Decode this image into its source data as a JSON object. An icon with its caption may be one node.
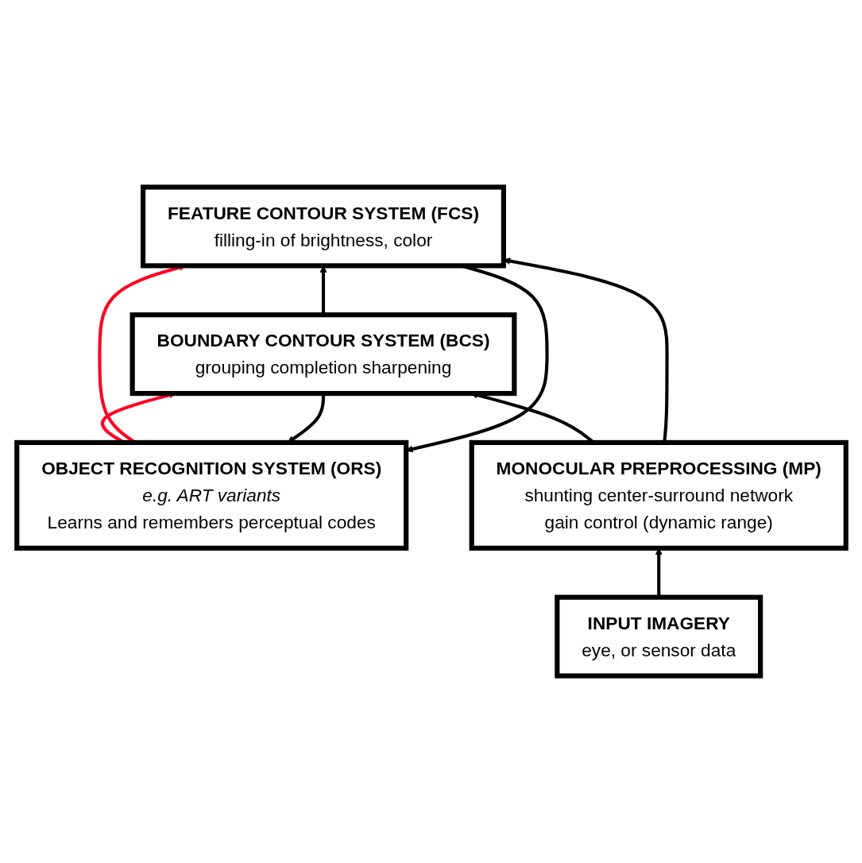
{
  "diagram": {
    "nodes": [
      {
        "text": [
          "OBJECT RECOGNITION SYSTEM (ORS)",
          "e.g. ART variants",
          "Learns and remembers perceptual codes"
        ]
      },
      {
        "text": [
          "BOUNDARY CONTOUR SYSTEM (BCS)",
          "grouping completion sharpening"
        ]
      },
      {
        "text": [
          "FEATURE CONTOUR SYSTEM (FCS)",
          "filling-in of brightness, color"
        ]
      },
      {
        "text": [
          "MONOCULAR PREPROCESSING (MP)",
          "shunting center-surround network",
          "gain control (dynamic range)"
        ]
      },
      {
        "text": [
          "INPUT IMAGERY",
          "eye, or sensor data"
        ]
      }
    ],
    "edges": [
      {
        "from": 1,
        "to": 0,
        "arrow": "to"
      },
      {
        "from": 0,
        "to": 1,
        "arrow": "to",
        "color": "#ff0022"
      },
      {
        "from": 2,
        "to": 0,
        "arrow": "to"
      },
      {
        "from": 0,
        "to": 2,
        "arrow": "to",
        "color": "#ff0022"
      },
      {
        "from": 1,
        "to": 2,
        "arrow": "to"
      },
      {
        "from": 3,
        "to": 1,
        "arrow": "to"
      },
      {
        "from": 3,
        "to": 2,
        "arrow": "to"
      },
      {
        "from": 4,
        "to": 3,
        "arrow": "to"
      }
    ]
  }
}
